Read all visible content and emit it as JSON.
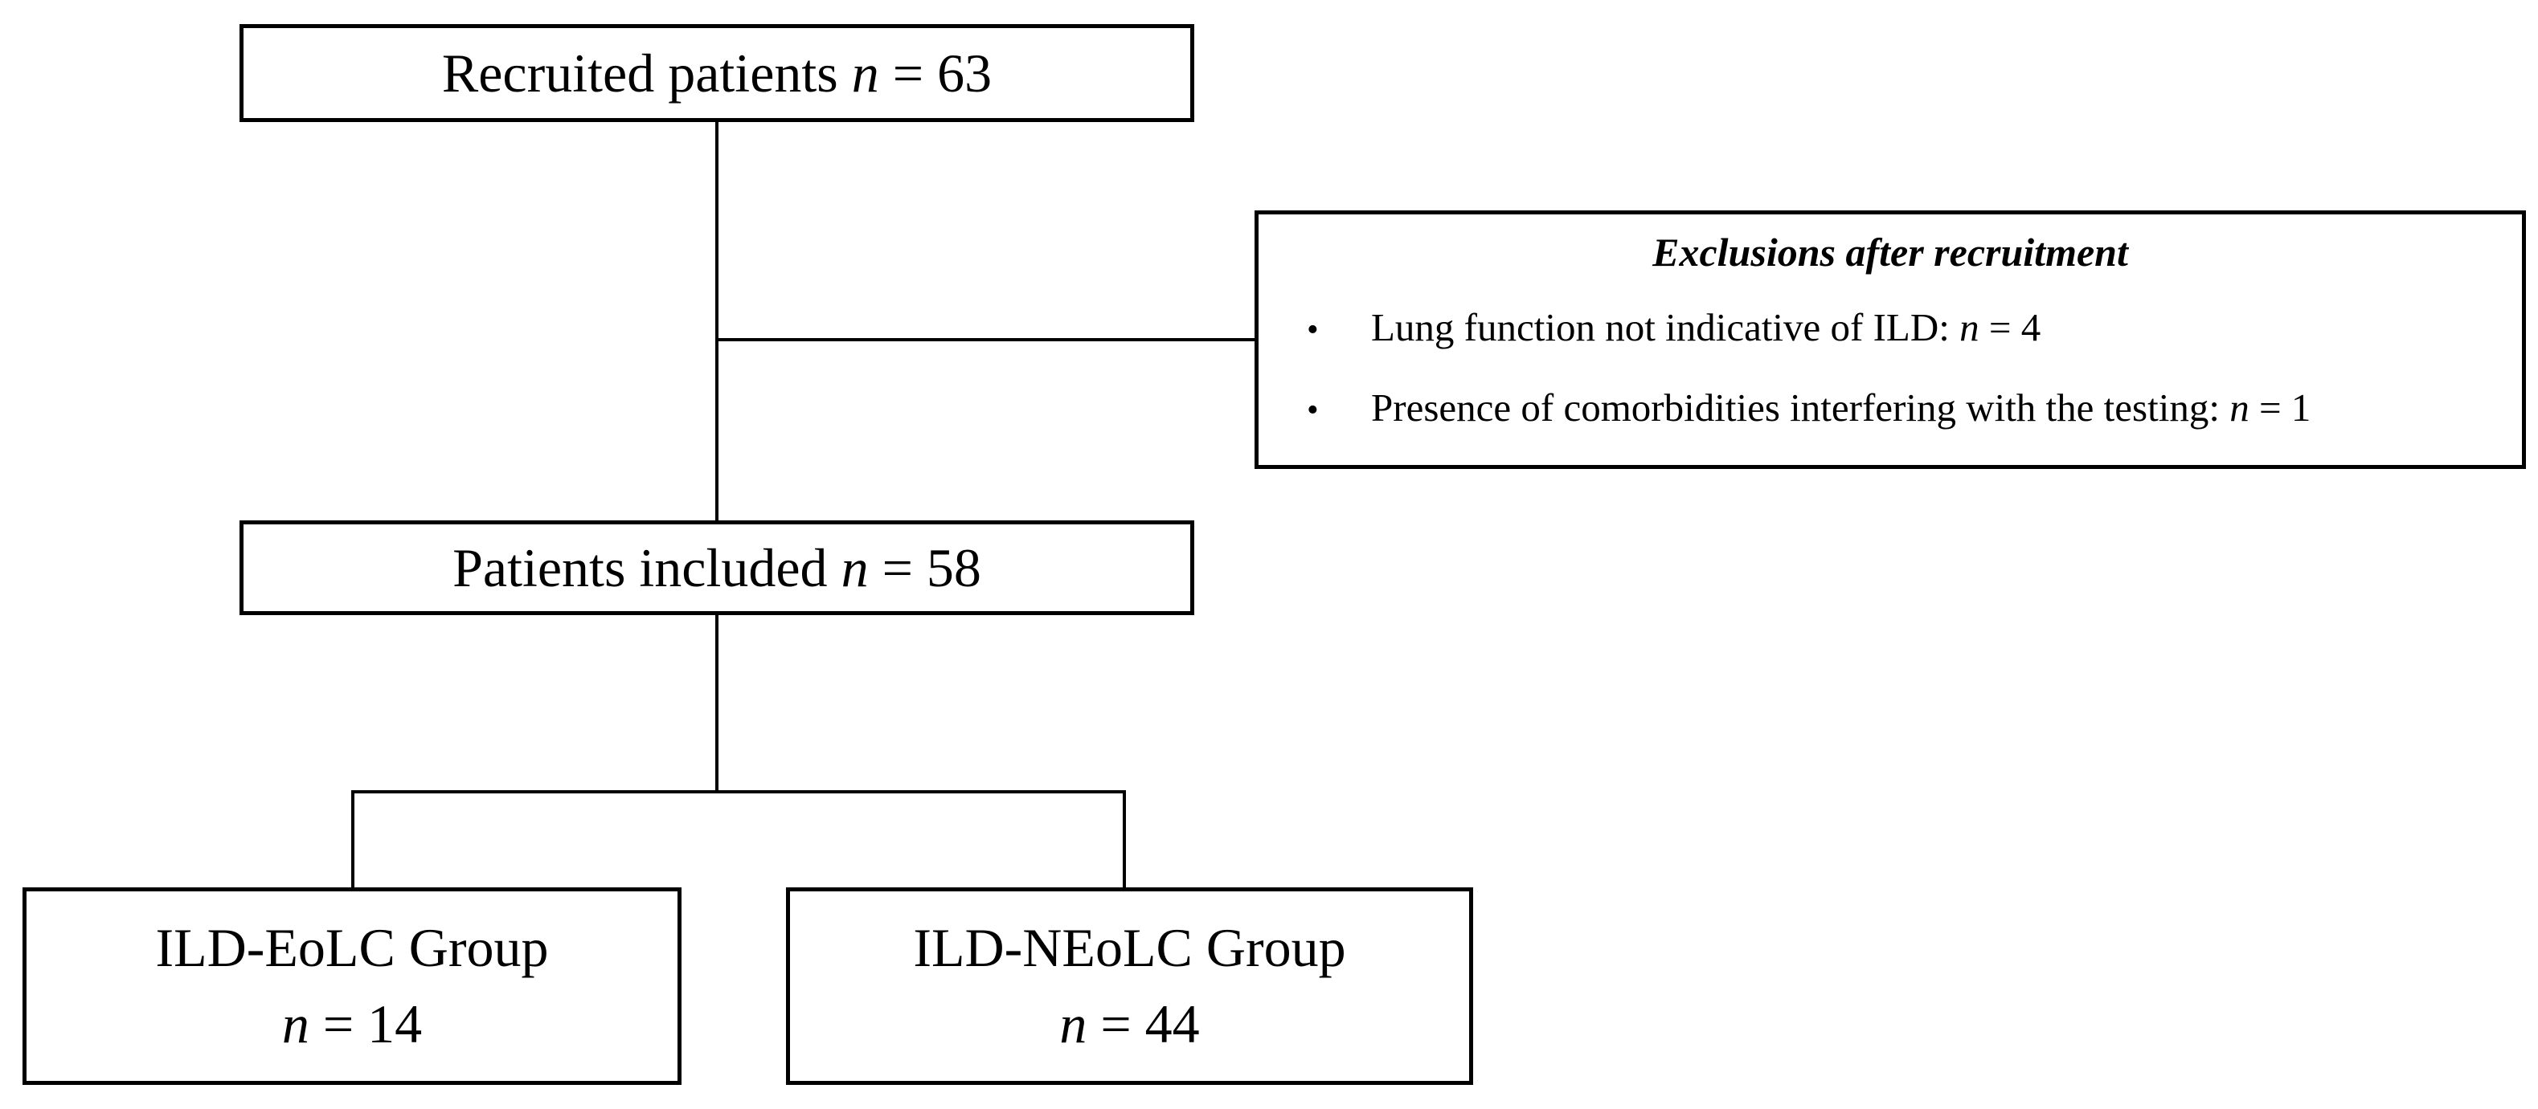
{
  "colors": {
    "background": "#ffffff",
    "line": "#000000",
    "text": "#000000"
  },
  "nodes": {
    "recruited": {
      "text": "Recruited patients ",
      "n_var": "n",
      "n_value": " = 63"
    },
    "exclusions": {
      "title": "Exclusions after recruitment",
      "bullet_glyph": "•",
      "bullets": [
        {
          "text": "Lung function not indicative of ILD: ",
          "n_var": "n",
          "n_value": " = 4"
        },
        {
          "text": "Presence of comorbidities interfering with the testing: ",
          "n_var": "n",
          "n_value": " = 1"
        }
      ]
    },
    "included": {
      "text": "Patients included ",
      "n_var": "n",
      "n_value": " = 58"
    },
    "group_eolc": {
      "title": "ILD-EoLC Group",
      "n_var": "n",
      "n_value": " = 14"
    },
    "group_neolc": {
      "title": "ILD-NEoLC Group",
      "n_var": "n",
      "n_value": " = 44"
    }
  }
}
